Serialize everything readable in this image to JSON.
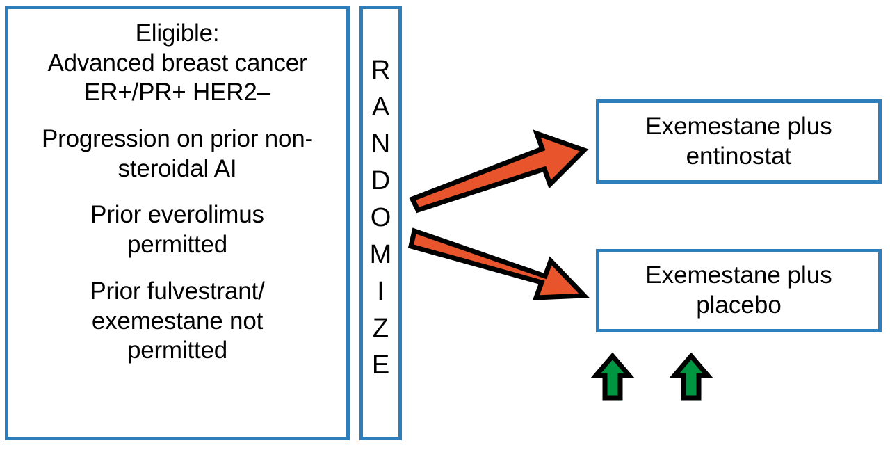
{
  "diagram": {
    "type": "clinical-trial-randomization-schema",
    "colors": {
      "box_border_blue": "#2E7EBB",
      "randomization_arrow_orange": "#E8552D",
      "benefit_arrow_green": "#009540",
      "outline_black": "#000000",
      "background": "#FFFFFF",
      "text": "#000000"
    },
    "eligibility": {
      "name": "Eligible",
      "groups": [
        {
          "lines": [
            "Eligible:",
            "Advanced breast cancer",
            "ER+/PR+ HER2–"
          ]
        },
        {
          "lines": [
            "Progression on prior non-",
            "steroidal AI"
          ]
        },
        {
          "lines": [
            "Prior everolimus",
            "permitted"
          ]
        },
        {
          "lines": [
            "Prior fulvestrant/",
            "exemestane not",
            "permitted"
          ]
        }
      ]
    },
    "randomize": {
      "label": "RANDOMIZE",
      "letters": [
        "R",
        "A",
        "N",
        "D",
        "O",
        "M",
        "I",
        "Z",
        "E"
      ]
    },
    "arms": [
      {
        "id": "entinostat",
        "lines": [
          "Exemestane plus",
          "entinostat"
        ],
        "arrow": {
          "icon": "arrow-up-right-icon",
          "color": "#E8552D",
          "direction": "up-right"
        }
      },
      {
        "id": "placebo",
        "lines": [
          "Exemestane plus",
          "placebo"
        ],
        "arrow": {
          "icon": "arrow-down-right-icon",
          "color": "#E8552D",
          "direction": "down-right"
        }
      }
    ],
    "benefit_arrows": [
      {
        "icon": "arrow-up-icon",
        "color": "#009540"
      },
      {
        "icon": "arrow-up-icon",
        "color": "#009540"
      }
    ]
  }
}
